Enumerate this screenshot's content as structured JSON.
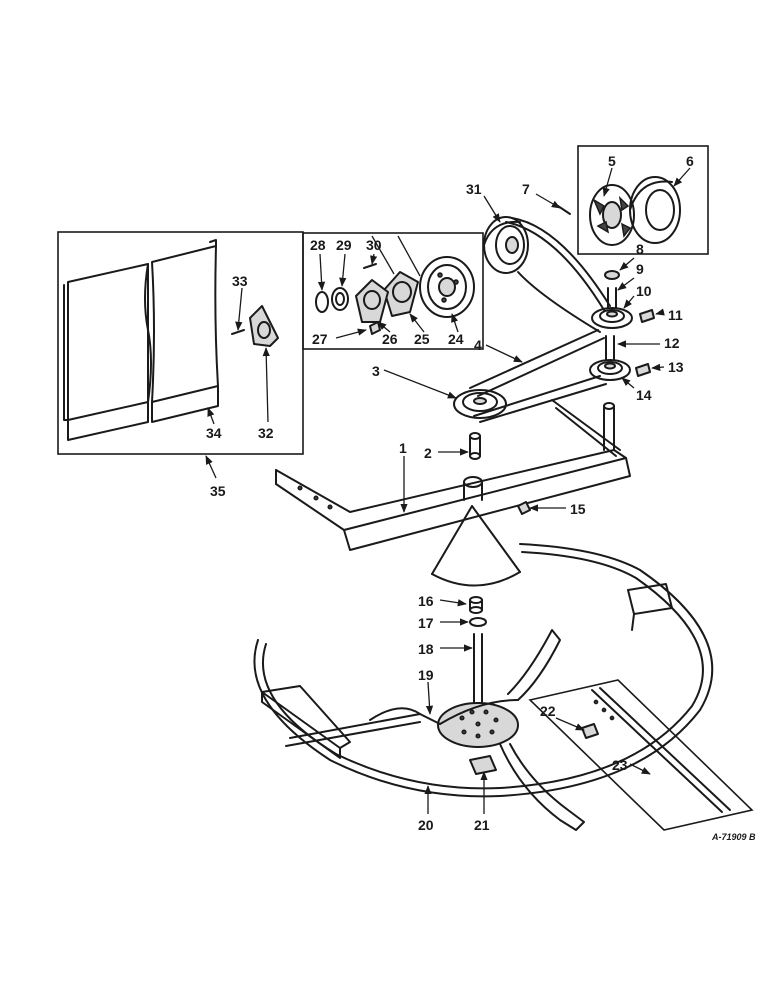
{
  "callouts": [
    "1",
    "2",
    "3",
    "4",
    "5",
    "6",
    "7",
    "8",
    "9",
    "10",
    "11",
    "12",
    "13",
    "14",
    "15",
    "16",
    "17",
    "18",
    "19",
    "20",
    "21",
    "22",
    "23",
    "24",
    "25",
    "26",
    "27",
    "28",
    "29",
    "30",
    "31",
    "32",
    "33",
    "34",
    "35"
  ],
  "drawing_code": "A-71909 B"
}
